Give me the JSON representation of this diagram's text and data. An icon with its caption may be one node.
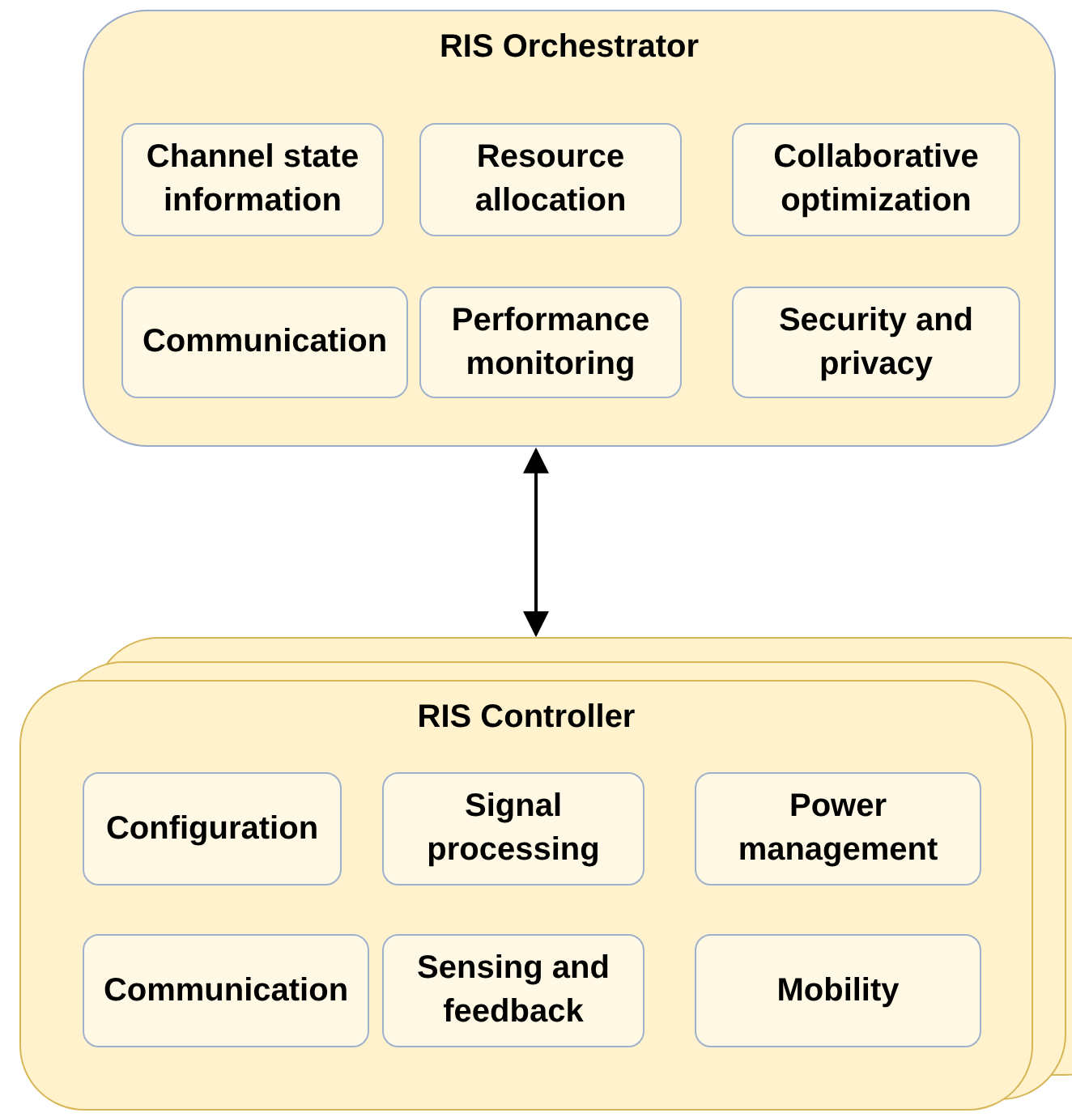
{
  "diagram": {
    "nodes": [
      {
        "text": [
          "RIS Orchestrator"
        ]
      },
      {
        "text": [
          "Channel state information"
        ],
        "in": 0
      },
      {
        "text": [
          "Resource allocation"
        ],
        "in": 0
      },
      {
        "text": [
          "Collaborative optimization"
        ],
        "in": 0
      },
      {
        "text": [
          "Communication"
        ],
        "in": 0
      },
      {
        "text": [
          "Performance monitoring"
        ],
        "in": 0
      },
      {
        "text": [
          "Security and privacy"
        ],
        "in": 0
      },
      {
        "text": [
          "RIS Controller"
        ]
      },
      {
        "text": [
          "Configuration"
        ],
        "in": 7
      },
      {
        "text": [
          "Signal processing"
        ],
        "in": 7
      },
      {
        "text": [
          "Power management"
        ],
        "in": 7
      },
      {
        "text": [
          "Communication"
        ],
        "in": 7
      },
      {
        "text": [
          "Sensing and feedback"
        ],
        "in": 7
      },
      {
        "text": [
          "Mobility"
        ],
        "in": 7
      }
    ],
    "edges": [
      {
        "from": 0,
        "to": 7,
        "arrow": "both"
      }
    ]
  }
}
